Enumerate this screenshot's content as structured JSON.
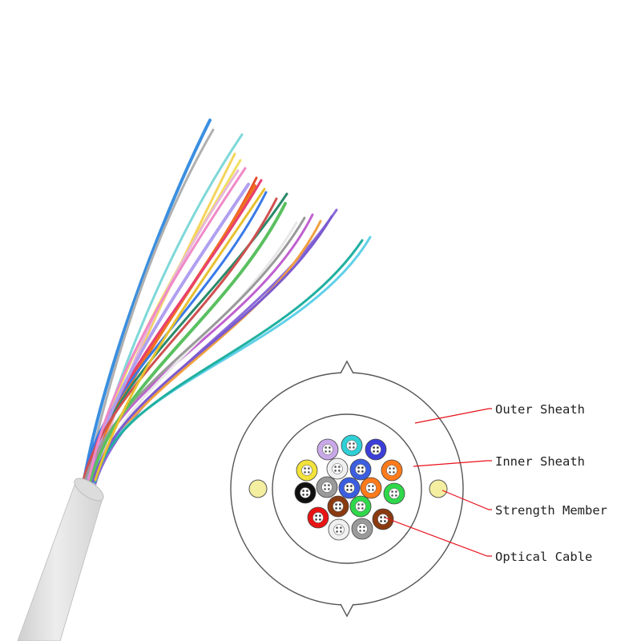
{
  "colors": {
    "background": "#ffffff",
    "outline": "#555555",
    "leader_line": "#e8101a",
    "strength_member": "#f4eea0",
    "cable_jacket": "#e2e2e2"
  },
  "labels": {
    "outer_sheath": "Outer Sheath",
    "inner_sheath": "Inner Sheath",
    "strength_member": "Strength Member",
    "optical_cable": "Optical Cable"
  },
  "fiber_units": [
    "#c9a8e8",
    "#2fd0d6",
    "#3b3fd8",
    "#f2e23a",
    "#f0f0f0",
    "#3b5ee0",
    "#ff7a1a",
    "#101010",
    "#9a9a9a",
    "#3b5ee0",
    "#ff7a1a",
    "#2fd84a",
    "#e81414",
    "#8a3a10",
    "#2fd84a",
    "#8a3a10",
    "#f0f0f0",
    "#9a9a9a"
  ],
  "strands": [
    "#3a8fe0",
    "#b0b0b0",
    "#7fd8d8",
    "#f5d45a",
    "#f0e060",
    "#e8b8d8",
    "#e84b2a",
    "#f07020",
    "#2a8a6a",
    "#c060d0",
    "#e8e8e8",
    "#8a6ad8",
    "#3a7ae8",
    "#e84070",
    "#b0a0f0",
    "#f0a040",
    "#60d0e8",
    "#20b0a0",
    "#d05050",
    "#9a9a9a",
    "#f08ac8",
    "#5ac060",
    "#7a5ad0",
    "#e8c030"
  ]
}
